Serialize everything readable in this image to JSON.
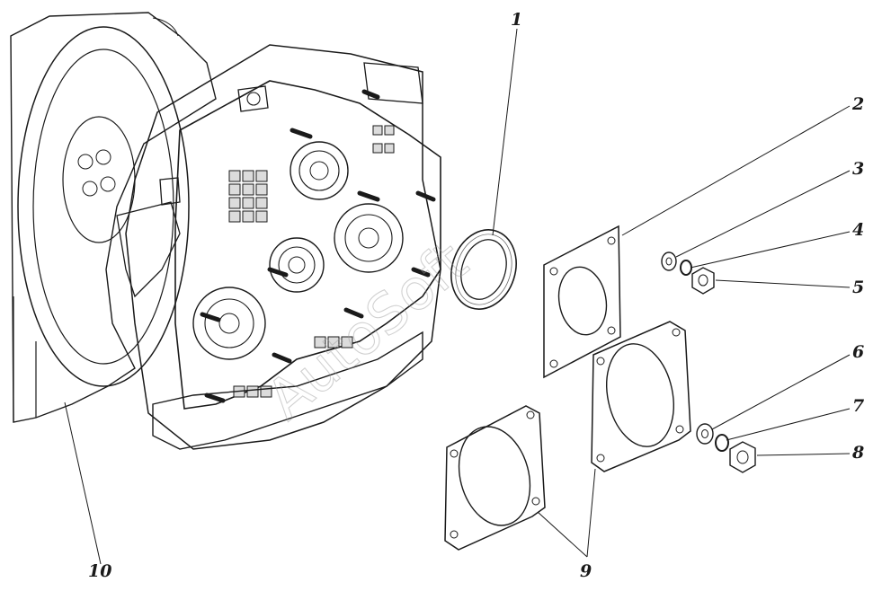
{
  "callouts": [
    {
      "label": "1"
    },
    {
      "label": "2"
    },
    {
      "label": "3"
    },
    {
      "label": "4"
    },
    {
      "label": "5"
    },
    {
      "label": "6"
    },
    {
      "label": "7"
    },
    {
      "label": "8"
    },
    {
      "label": "9"
    },
    {
      "label": "10"
    }
  ],
  "watermark": "AutoSoft"
}
